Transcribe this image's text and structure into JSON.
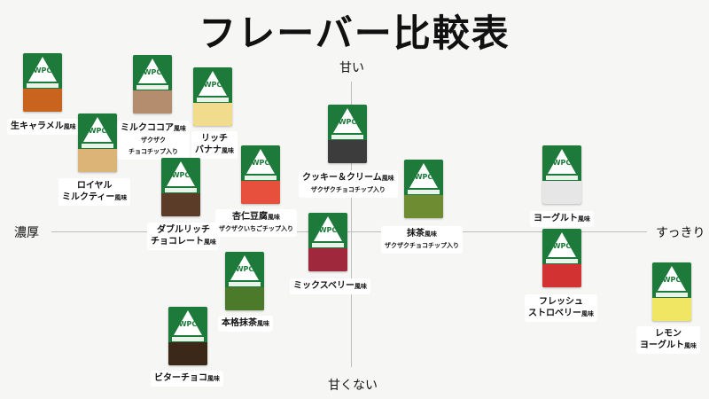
{
  "title": "フレーバー比較表",
  "axes": {
    "top": "甘い",
    "bottom": "甘くない",
    "left": "濃厚",
    "right": "すっきり"
  },
  "product_brand": "WPC",
  "products": [
    {
      "name": "生キャラメル",
      "suffix": "風味",
      "sub": "",
      "color": "#c8641e"
    },
    {
      "name": "ミルクココア",
      "suffix": "風味",
      "sub": "ザクザク\nチョコチップ入り",
      "color": "#b48c6e"
    },
    {
      "name": "リッチ\nバナナ",
      "suffix": "風味",
      "sub": "",
      "color": "#f0dc8c"
    },
    {
      "name": "ロイヤル\nミルクティー",
      "suffix": "風味",
      "sub": "",
      "color": "#dcb478"
    },
    {
      "name": "ダブルリッチ\nチョコレート",
      "suffix": "風味",
      "sub": "",
      "color": "#5a3c28"
    },
    {
      "name": "杏仁豆腐",
      "suffix": "風味",
      "sub": "ザクザクいちごチップ入り",
      "color": "#e6503c"
    },
    {
      "name": "クッキー＆クリーム",
      "suffix": "風味",
      "sub": "ザクザクチョコチップ入り",
      "color": "#3c3c3c"
    },
    {
      "name": "抹茶",
      "suffix": "風味",
      "sub": "ザクザクチョコチップ入り",
      "color": "#6e8c32"
    },
    {
      "name": "ヨーグルト",
      "suffix": "風味",
      "sub": "",
      "color": "#e6e6e6"
    },
    {
      "name": "ミックスベリー",
      "suffix": "風味",
      "sub": "",
      "color": "#a0283c"
    },
    {
      "name": "本格抹茶",
      "suffix": "風味",
      "sub": "",
      "color": "#4b7a2a"
    },
    {
      "name": "フレッシュ\nストロベリー",
      "suffix": "風味",
      "sub": "",
      "color": "#d23232"
    },
    {
      "name": "レモン\nヨーグルト",
      "suffix": "風味",
      "sub": "",
      "color": "#f0e664"
    },
    {
      "name": "ビターチョコ",
      "suffix": "風味",
      "sub": "",
      "color": "#3c2819"
    }
  ]
}
